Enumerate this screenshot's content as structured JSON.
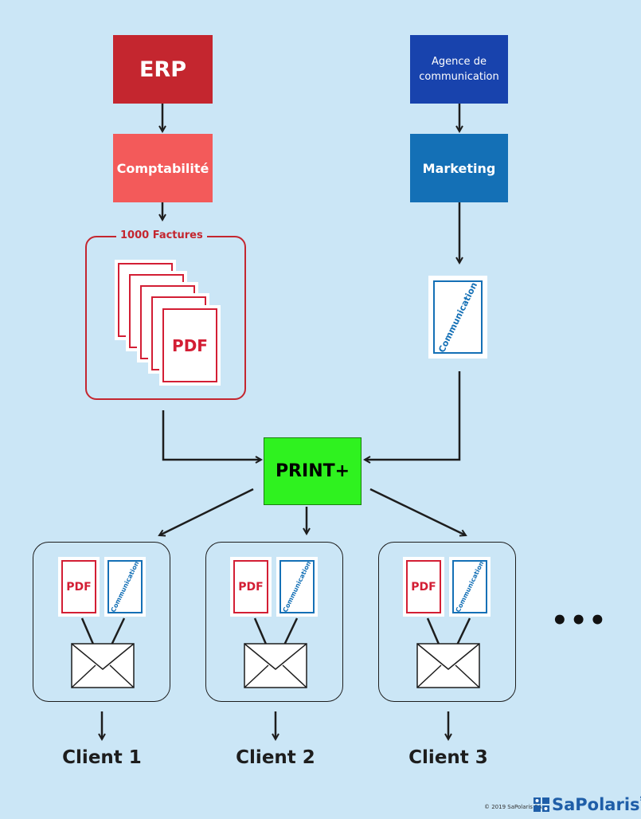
{
  "nodes": {
    "erp": "ERP",
    "comptabilite": "Comptabilité",
    "agence_line1": "Agence de",
    "agence_line2": "communication",
    "marketing": "Marketing",
    "print": "PRINT+",
    "factures": "1000 Factures",
    "pdf": "PDF",
    "communication": "Communication"
  },
  "clients": [
    {
      "label": "Client 1",
      "pdf": "PDF",
      "communication": "Communication"
    },
    {
      "label": "Client 2",
      "pdf": "PDF",
      "communication": "Communication"
    },
    {
      "label": "Client 3",
      "pdf": "PDF",
      "communication": "Communication"
    }
  ],
  "more": "•••",
  "footer": {
    "copyright": "© 2019 SaPolaris SA",
    "logo": "SaPolaris",
    "logo_sup": "SA"
  },
  "colors": {
    "erp": "#c4262f",
    "comptabilite": "#f35a5a",
    "agence": "#1843ad",
    "marketing": "#1470b6",
    "print": "#2ff21f",
    "background": "#cbe6f6"
  }
}
